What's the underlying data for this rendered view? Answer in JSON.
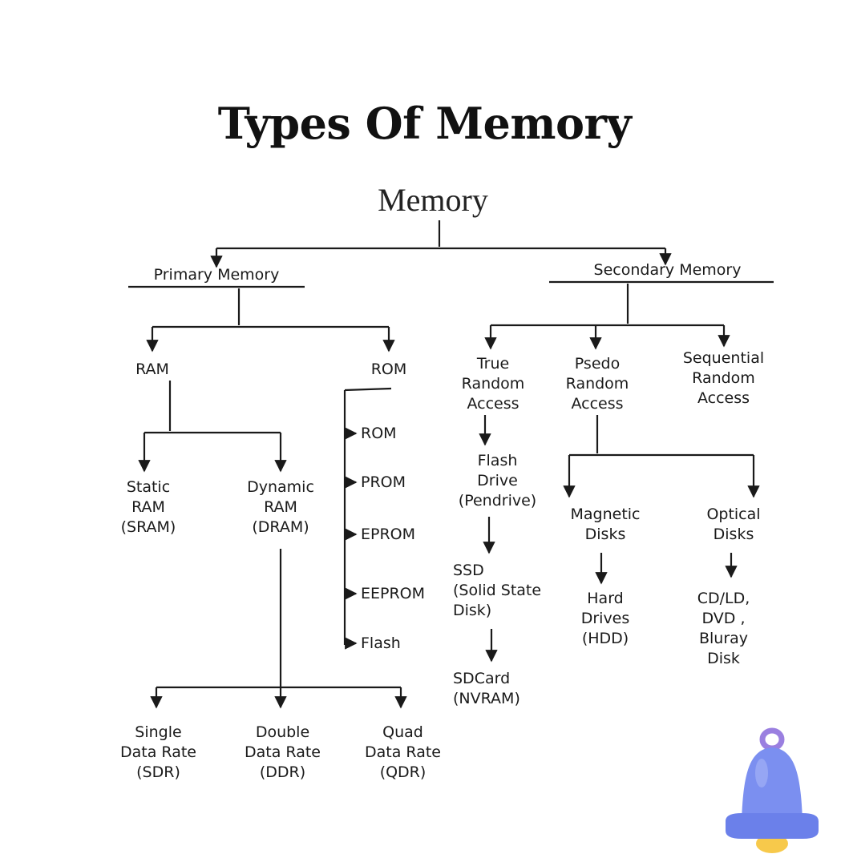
{
  "title": "Types Of Memory",
  "root": "Memory",
  "primary": {
    "label": "Primary Memory",
    "ram": {
      "label": "RAM",
      "static": "Static\nRAM\n(SRAM)",
      "dynamic": "Dynamic\nRAM\n(DRAM)",
      "sdr": "Single\nData Rate\n(SDR)",
      "ddr": "Double\nData Rate\n(DDR)",
      "qdr": "Quad\nData Rate\n(QDR)"
    },
    "rom": {
      "label": "ROM",
      "items": [
        "ROM",
        "PROM",
        "EPROM",
        "EEPROM",
        "Flash"
      ]
    }
  },
  "secondary": {
    "label": "Secondary Memory",
    "true_random": "True\nRandom\nAccess",
    "flash_drive": "Flash\nDrive\n(Pendrive)",
    "ssd": "SSD\n(Solid State\nDisk)",
    "sdcard": "SDCard\n(NVRAM)",
    "pseudo_random": "Psedo\nRandom\nAccess",
    "magnetic": "Magnetic\nDisks",
    "hard_drives": "Hard\nDrives\n(HDD)",
    "optical": "Optical\nDisks",
    "optical_items": "CD/LD,\nDVD ,\nBluray\nDisk",
    "sequential": "Sequential\nRandom\nAccess"
  },
  "colors": {
    "ink": "#1a1a1a",
    "bell_body": "#7b8ff0",
    "bell_ring": "#9a7fe0",
    "bell_clapper": "#f7c94b"
  }
}
